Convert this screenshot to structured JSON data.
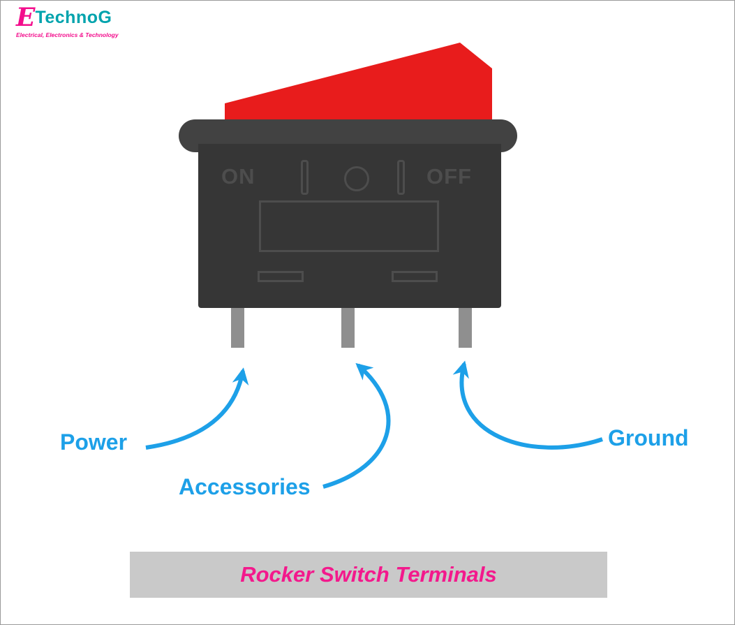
{
  "logo": {
    "initial": "E",
    "name": "TechnoG",
    "tagline": "Electrical, Electronics & Technology"
  },
  "switch": {
    "on_label": "ON",
    "off_label": "OFF",
    "state": "ON (rocker tilted up-right)"
  },
  "terminals": [
    {
      "label": "Power"
    },
    {
      "label": "Accessories"
    },
    {
      "label": "Ground"
    }
  ],
  "labels": {
    "power": "Power",
    "accessories": "Accessories",
    "ground": "Ground"
  },
  "banner": {
    "title": "Rocker Switch Terminals"
  },
  "colors": {
    "rocker_red": "#e81c1c",
    "switch_body_dark": "#363636",
    "bezel_dark": "#424242",
    "marking_gray": "#4d4d4d",
    "terminal_gray": "#8f8f8f",
    "arrow_blue": "#1da0e8",
    "accent_magenta": "#f30d8c",
    "logo_teal": "#00a3ad",
    "banner_gray": "#c9c9c9"
  }
}
